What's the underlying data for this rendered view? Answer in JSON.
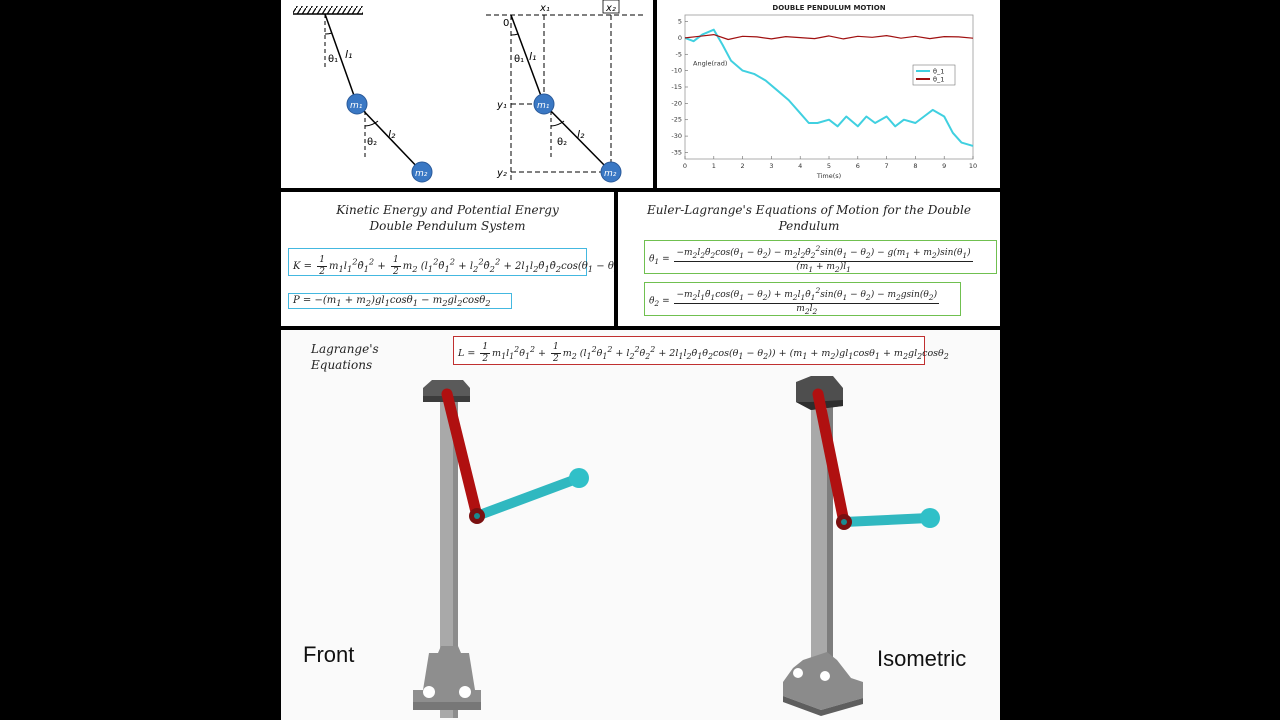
{
  "pendulum_diagram": {
    "labels": {
      "l1": "l₁",
      "l2": "l₂",
      "theta1": "θ₁",
      "theta2": "θ₂",
      "m1": "m₁",
      "m2": "m₂",
      "x1": "x₁",
      "x2": "x₂",
      "y1": "y₁",
      "y2": "y₂",
      "origin": "0"
    }
  },
  "chart_data": {
    "type": "line",
    "title": "DOUBLE PENDULUM MOTION",
    "xlabel": "Time(s)",
    "ylabel": "Angle(rad)",
    "xlim": [
      0,
      10
    ],
    "ylim": [
      -37,
      7
    ],
    "xticks": [
      0,
      1,
      2,
      3,
      4,
      5,
      6,
      7,
      8,
      9,
      10
    ],
    "yticks": [
      5,
      0,
      -5,
      -10,
      -15,
      -20,
      -25,
      -30,
      -35
    ],
    "legend_position": "right",
    "series": [
      {
        "name": "θ_1",
        "color": "#40d0e0",
        "x": [
          0,
          0.3,
          0.6,
          1.0,
          1.3,
          1.6,
          2.0,
          2.4,
          2.8,
          3.2,
          3.6,
          4.0,
          4.3,
          4.6,
          5.0,
          5.3,
          5.6,
          6.0,
          6.3,
          6.6,
          7.0,
          7.3,
          7.6,
          8.0,
          8.3,
          8.6,
          9.0,
          9.3,
          9.6,
          10.0
        ],
        "values": [
          0,
          -1,
          1,
          2.5,
          -2,
          -7,
          -10,
          -11,
          -13,
          -16,
          -19,
          -23,
          -26,
          -26,
          -25,
          -27,
          -24,
          -27,
          -24,
          -26,
          -24,
          -27,
          -25,
          -26,
          -24,
          -22,
          -24,
          -29,
          -32,
          -33
        ]
      },
      {
        "name": "θ_1",
        "color": "#a01010",
        "x": [
          0,
          0.5,
          1.0,
          1.5,
          2.0,
          2.5,
          3.0,
          3.5,
          4.0,
          4.5,
          5.0,
          5.5,
          6.0,
          6.5,
          7.0,
          7.5,
          8.0,
          8.5,
          9.0,
          9.5,
          10.0
        ],
        "values": [
          0,
          0.5,
          1.0,
          -0.5,
          0.5,
          0.3,
          -0.3,
          0.4,
          0.1,
          -0.2,
          0.6,
          -0.3,
          0.5,
          0.2,
          0.7,
          -0.1,
          0.5,
          -0.2,
          0.4,
          0.3,
          -0.1
        ]
      }
    ]
  },
  "energy": {
    "title": "Kinetic Energy and Potential Energy",
    "subtitle": "Double Pendulum System",
    "kinetic_color": "#44b8e0",
    "potential_color": "#44b8e0"
  },
  "euler": {
    "title": "Euler-Lagrange's Equations of Motion for the Double",
    "subtitle": "Pendulum",
    "box_color": "#70c050"
  },
  "lagrange": {
    "title": "Lagrange's Equations",
    "box_color": "#c03030"
  },
  "views": {
    "front": "Front",
    "isometric": "Isometric",
    "upper_link_color": "#b01010",
    "lower_link_color": "#30b8c0",
    "stand_color": "#a9a9a9"
  }
}
